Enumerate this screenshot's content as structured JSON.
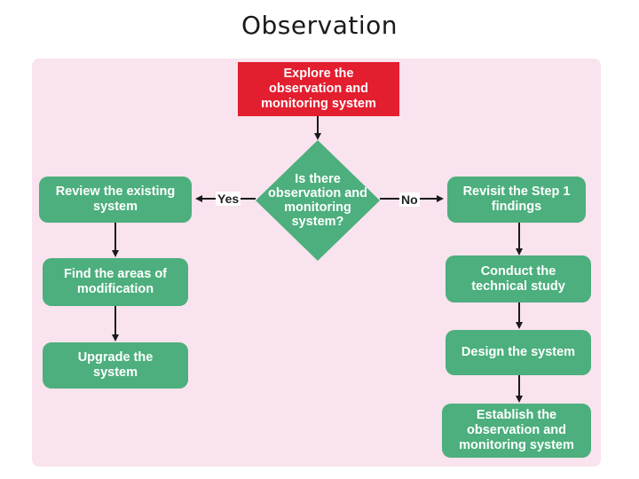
{
  "title": "Observation",
  "nodes": {
    "start": "Explore the\nobservation and\nmonitoring system",
    "decision": "Is there\nobservation and\nmonitoring\nsystem?",
    "left_1": "Review the existing\nsystem",
    "left_2": "Find the areas of\nmodification",
    "left_3": "Upgrade the\nsystem",
    "right_1": "Revisit the Step 1\nfindings",
    "right_2": "Conduct the\ntechnical study",
    "right_3": "Design the system",
    "right_4": "Establish the\nobservation and\nmonitoring system"
  },
  "edges": {
    "yes_label": "Yes",
    "no_label": "No"
  },
  "colors": {
    "panel": "#f9e3ee",
    "start_box": "#e31e2f",
    "process_box": "#4caf7d",
    "arrow": "#1a1a1a"
  }
}
